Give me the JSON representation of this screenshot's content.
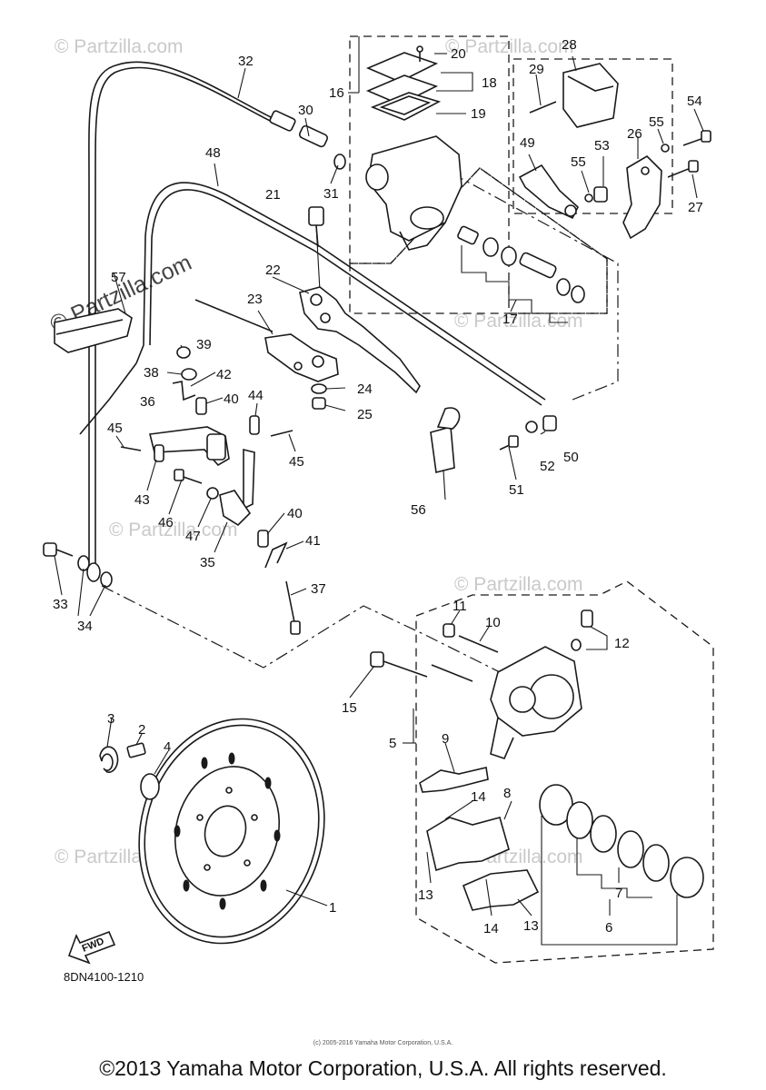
{
  "diagram": {
    "part_numbers": {
      "p1": "1",
      "p2": "2",
      "p3": "3",
      "p4": "4",
      "p5": "5",
      "p6": "6",
      "p7": "7",
      "p8": "8",
      "p9": "9",
      "p10": "10",
      "p11": "11",
      "p12": "12",
      "p13a": "13",
      "p13b": "13",
      "p14a": "14",
      "p14b": "14",
      "p15": "15",
      "p16": "16",
      "p17": "17",
      "p18": "18",
      "p19": "19",
      "p20": "20",
      "p21": "21",
      "p22": "22",
      "p23": "23",
      "p24": "24",
      "p25": "25",
      "p26": "26",
      "p27": "27",
      "p28": "28",
      "p29": "29",
      "p30": "30",
      "p31": "31",
      "p32": "32",
      "p33": "33",
      "p34": "34",
      "p35": "35",
      "p36": "36",
      "p37": "37",
      "p38": "38",
      "p39": "39",
      "p40a": "40",
      "p40b": "40",
      "p41": "41",
      "p42": "42",
      "p43": "43",
      "p44": "44",
      "p45a": "45",
      "p45b": "45",
      "p46": "46",
      "p47": "47",
      "p48": "48",
      "p49": "49",
      "p50": "50",
      "p51": "51",
      "p52": "52",
      "p53": "53",
      "p54": "54",
      "p55a": "55",
      "p55b": "55",
      "p56": "56",
      "p57": "57"
    },
    "fwd_label": "FWD",
    "diagram_code": "8DN4100-1210"
  },
  "watermarks": {
    "main": "© Partzilla.com",
    "faint": "© Partzilla.com"
  },
  "footer": {
    "fine_print": "(c) 2005-2016 Yamaha Motor Corporation, U.S.A.",
    "copyright": "©2013 Yamaha Motor Corporation, U.S.A. All rights reserved."
  }
}
